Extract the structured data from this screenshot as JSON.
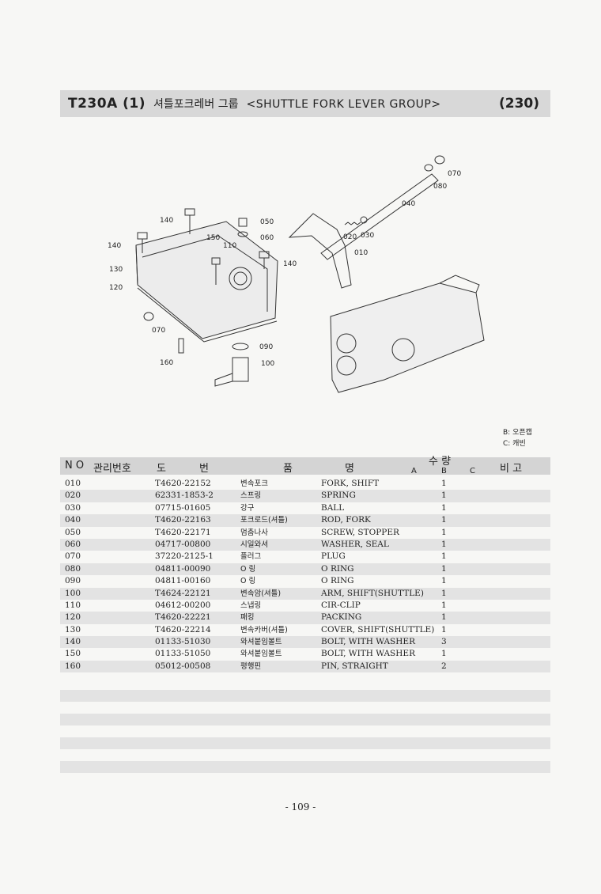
{
  "header": {
    "code": "T230A (1)",
    "title_ko": "셔틀포크레버 그룹",
    "title_en": "<SHUTTLE FORK LEVER GROUP>",
    "page_ref": "(230)"
  },
  "diagram": {
    "callouts": [
      "070",
      "080",
      "040",
      "050",
      "060",
      "020",
      "030",
      "010",
      "140",
      "150",
      "110",
      "140",
      "130",
      "120",
      "140",
      "070",
      "090",
      "100",
      "160"
    ]
  },
  "legend": {
    "b": "B: 오픈캡",
    "c": "C: 캐빈"
  },
  "table": {
    "headers": {
      "no": "N O",
      "mgmt": "관리번호",
      "drawing_1": "도",
      "drawing_2": "번",
      "name_1": "품",
      "name_2": "명",
      "qty": "수  량",
      "qty_a": "A",
      "qty_b": "B",
      "qty_c": "C",
      "remarks": "비  고"
    },
    "rows": [
      {
        "no": "010",
        "part": "T4620-22152",
        "name_ko": "변속포크",
        "name_en": "FORK, SHIFT",
        "qty_b": "1"
      },
      {
        "no": "020",
        "part": "62331-1853-2",
        "name_ko": "스프링",
        "name_en": "SPRING",
        "qty_b": "1"
      },
      {
        "no": "030",
        "part": "07715-01605",
        "name_ko": "강구",
        "name_en": "BALL",
        "qty_b": "1"
      },
      {
        "no": "040",
        "part": "T4620-22163",
        "name_ko": "포크로드(셔틀)",
        "name_en": "ROD, FORK",
        "qty_b": "1"
      },
      {
        "no": "050",
        "part": "T4620-22171",
        "name_ko": "멈춤나사",
        "name_en": "SCREW, STOPPER",
        "qty_b": "1"
      },
      {
        "no": "060",
        "part": "04717-00800",
        "name_ko": "시일와셔",
        "name_en": "WASHER, SEAL",
        "qty_b": "1"
      },
      {
        "no": "070",
        "part": "37220-2125-1",
        "name_ko": "플러그",
        "name_en": "PLUG",
        "qty_b": "1"
      },
      {
        "no": "080",
        "part": "04811-00090",
        "name_ko": "O 링",
        "name_en": "O RING",
        "qty_b": "1"
      },
      {
        "no": "090",
        "part": "04811-00160",
        "name_ko": "O 링",
        "name_en": "O RING",
        "qty_b": "1"
      },
      {
        "no": "100",
        "part": "T4624-22121",
        "name_ko": "변속암(셔틀)",
        "name_en": "ARM, SHIFT(SHUTTLE)",
        "qty_b": "1"
      },
      {
        "no": "110",
        "part": "04612-00200",
        "name_ko": "스냅링",
        "name_en": "CIR-CLIP",
        "qty_b": "1"
      },
      {
        "no": "120",
        "part": "T4620-22221",
        "name_ko": "패킹",
        "name_en": "PACKING",
        "qty_b": "1"
      },
      {
        "no": "130",
        "part": "T4620-22214",
        "name_ko": "변속카버(셔틀)",
        "name_en": "COVER, SHIFT(SHUTTLE)",
        "qty_b": "1"
      },
      {
        "no": "140",
        "part": "01133-51030",
        "name_ko": "와셔붙임볼트",
        "name_en": "BOLT, WITH WASHER",
        "qty_b": "3"
      },
      {
        "no": "150",
        "part": "01133-51050",
        "name_ko": "와셔붙임볼트",
        "name_en": "BOLT, WITH WASHER",
        "qty_b": "1"
      },
      {
        "no": "160",
        "part": "05012-00508",
        "name_ko": "평행핀",
        "name_en": "PIN, STRAIGHT",
        "qty_b": "2"
      }
    ]
  },
  "footer": {
    "page_number": "- 109 -"
  }
}
